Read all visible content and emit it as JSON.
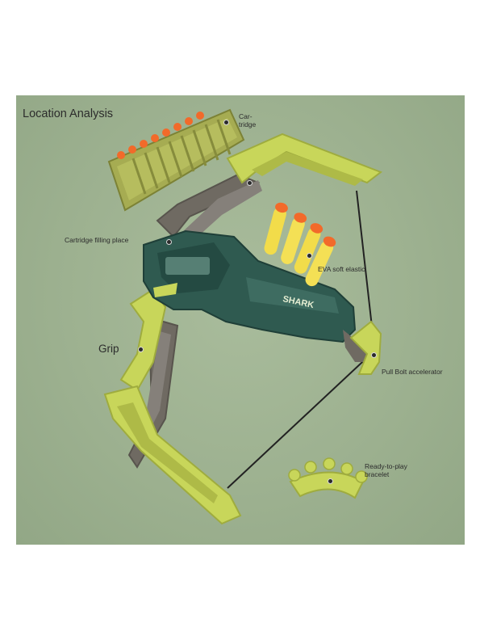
{
  "title": "Location Analysis",
  "labels": {
    "cartridge_line1": "Car-",
    "cartridge_line2": "tridge",
    "filling_place": "Cartridge filling place",
    "eva": "EVA soft elastic",
    "grip": "Grip",
    "pull_bolt": "Pull Bolt accelerator",
    "bracelet_line1": "Ready-to-play",
    "bracelet_line2": "bracelet"
  },
  "brand_text": "SHARK",
  "colors": {
    "background": "#9db190",
    "limb_green": "#c8d65a",
    "frame_gray": "#6f6a62",
    "body_teal": "#2f5a50",
    "dart_foam": "#f2dc4a",
    "dart_tip": "#f26a2a"
  }
}
